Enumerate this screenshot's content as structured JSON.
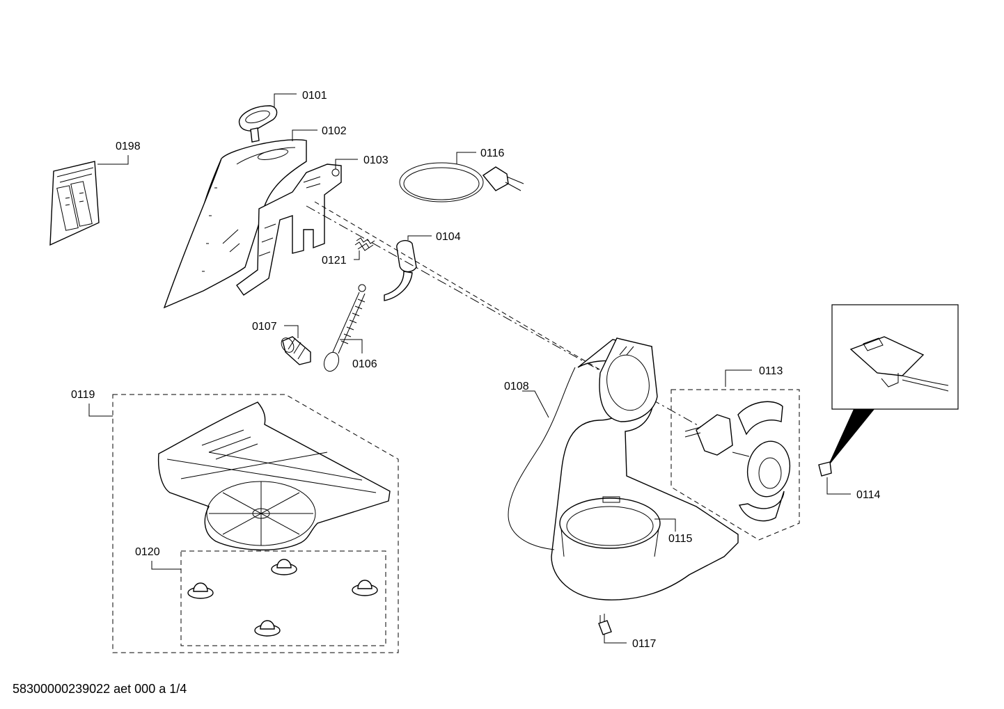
{
  "parts": [
    {
      "id": "p0101",
      "label": "0101"
    },
    {
      "id": "p0102",
      "label": "0102"
    },
    {
      "id": "p0103",
      "label": "0103"
    },
    {
      "id": "p0116",
      "label": "0116"
    },
    {
      "id": "p0198",
      "label": "0198"
    },
    {
      "id": "p0104",
      "label": "0104"
    },
    {
      "id": "p0121",
      "label": "0121"
    },
    {
      "id": "p0107",
      "label": "0107"
    },
    {
      "id": "p0106",
      "label": "0106"
    },
    {
      "id": "p0119",
      "label": "0119"
    },
    {
      "id": "p0108",
      "label": "0108"
    },
    {
      "id": "p0113",
      "label": "0113"
    },
    {
      "id": "p0114",
      "label": "0114"
    },
    {
      "id": "p0115",
      "label": "0115"
    },
    {
      "id": "p0120",
      "label": "0120"
    },
    {
      "id": "p0117",
      "label": "0117"
    }
  ],
  "footer": {
    "code": "58300000239022 aet 000 a 1/4"
  }
}
